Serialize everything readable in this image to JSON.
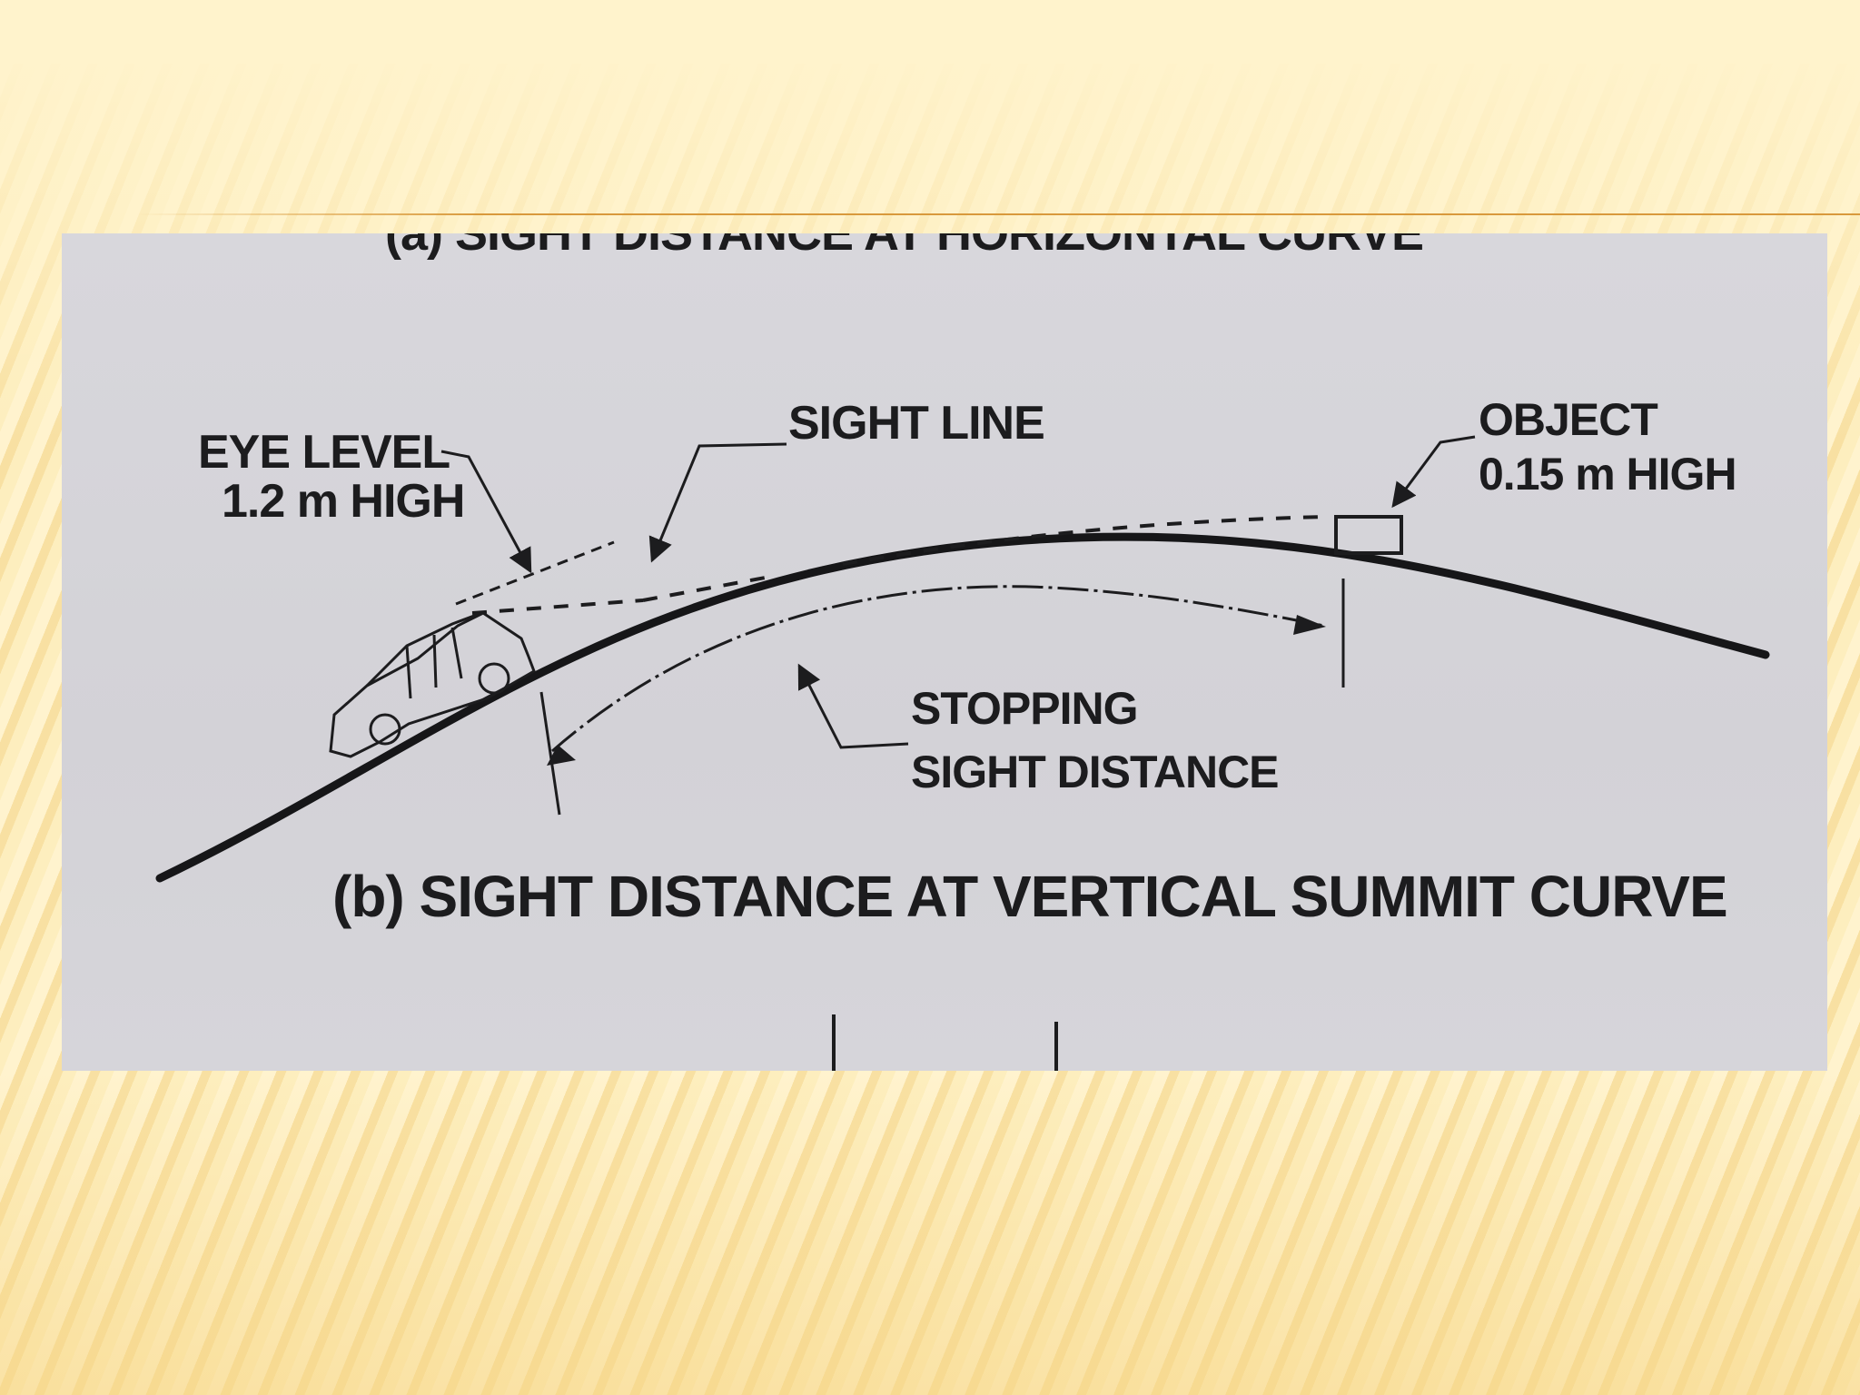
{
  "figure": {
    "top_caption": "(a) SIGHT DISTANCE AT HORIZONTAL CURVE",
    "eye_level_label": [
      "EYE LEVEL",
      "1.2 m HIGH"
    ],
    "sight_line_label": "SIGHT LINE",
    "object_label": [
      "OBJECT",
      "0.15 m HIGH"
    ],
    "stopping_label": [
      "STOPPING",
      "SIGHT DISTANCE"
    ],
    "bottom_caption": "(b) SIGHT DISTANCE AT VERTICAL SUMMIT CURVE"
  },
  "colors": {
    "slide_background": "#fff3cc",
    "stripe_accent": "#f8e0a0",
    "header_rule": "#d8993c",
    "figure_background": "#d6d5da",
    "ink": "#1c1c1e"
  }
}
